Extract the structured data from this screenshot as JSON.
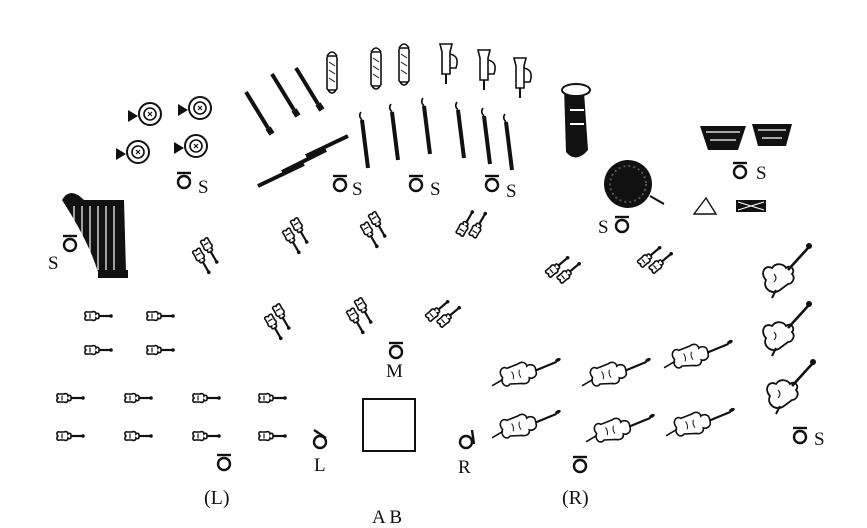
{
  "diagram": {
    "labels": {
      "s_horns": "S",
      "s_clarinets": "S",
      "s_bassoons": "S",
      "s_trumpets": "S",
      "s_timpani": "S",
      "s_harp": "S",
      "s_bass_drum": "S",
      "s_basses": "S",
      "m_center": "M",
      "l_mic": "L",
      "r_mic": "R",
      "left_pair": "(L)",
      "right_pair": "(R)",
      "bottom_clip": "A   B"
    },
    "instruments": [
      "harp",
      "french-horns",
      "clarinets",
      "bassoons",
      "trombones",
      "trumpets",
      "tuba",
      "timpani",
      "triangle",
      "snare-drum",
      "bass-drum",
      "first-violins",
      "second-violins",
      "violas",
      "cellos",
      "double-basses"
    ],
    "microphone_symbol": "figure-eight",
    "conductor": "podium"
  }
}
